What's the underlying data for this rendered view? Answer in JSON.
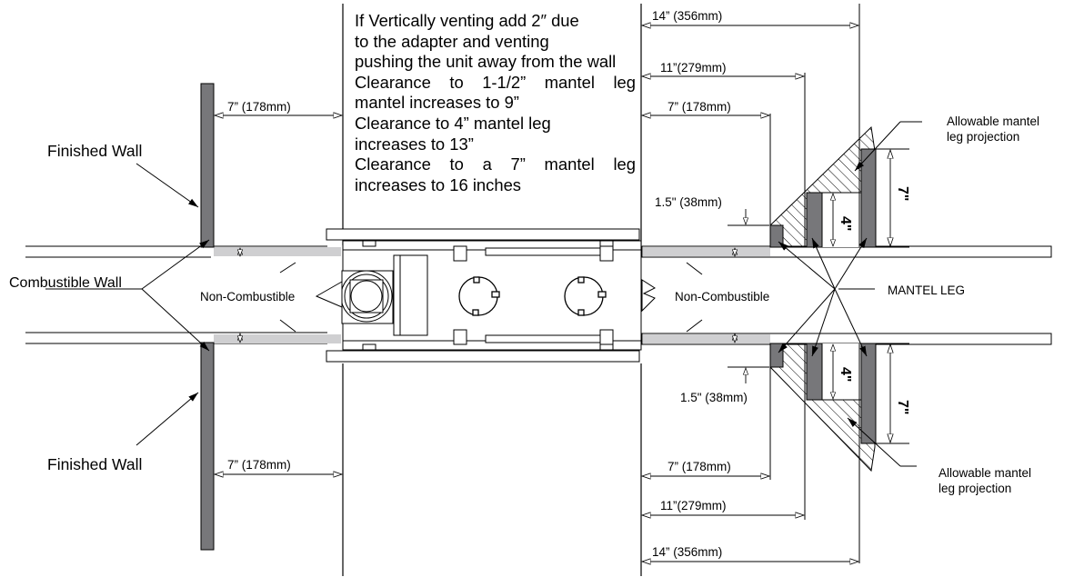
{
  "note": {
    "line1": "If Vertically venting add 2″ due",
    "line2": "to the adapter and venting",
    "line3": "pushing the unit away from the wall",
    "line4": "Clearance to 1-1/2” mantel leg",
    "line5": "mantel increases to 9”",
    "line6": "Clearance to 4” mantel leg",
    "line7": "increases to 13”",
    "line8": "Clearance to a 7” mantel leg",
    "line9": "increases to 16 inches"
  },
  "labels": {
    "finished_wall_top": "Finished Wall",
    "finished_wall_bottom": "Finished Wall",
    "combustible_wall": "Combustible Wall",
    "non_combustible_left": "Non-Combustible",
    "non_combustible_right": "Non-Combustible",
    "mantel_leg": "MANTEL LEG",
    "allowable_top_1": "Allowable mantel",
    "allowable_top_2": "leg projection",
    "allowable_bottom_1": "Allowable mantel",
    "allowable_bottom_2": "leg projection"
  },
  "dimensions": {
    "left_top_7": "7” (178mm)",
    "left_bottom_7": "7” (178mm)",
    "right_top_14": "14” (356mm)",
    "right_top_11": "11”(279mm)",
    "right_top_7": "7” (178mm)",
    "right_bottom_7": "7” (178mm)",
    "right_bottom_11": "11”(279mm)",
    "right_bottom_14": "14” (356mm)",
    "gap_top": "1.5\" (38mm)",
    "gap_bottom": "1.5\" (38mm)",
    "leg_top_4": "4\"",
    "leg_top_7": "7\"",
    "leg_bottom_4": "4\"",
    "leg_bottom_7": "7\""
  },
  "colors": {
    "wall_gray": "#77777a",
    "noncombustible_band": "#cfcfd1",
    "hatch": "#000000"
  }
}
